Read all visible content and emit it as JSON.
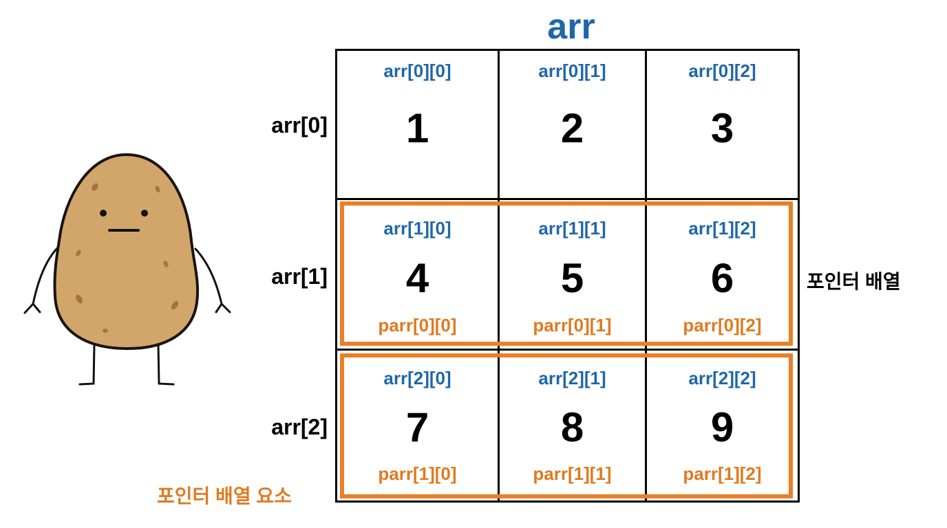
{
  "title": "arr",
  "row_labels": [
    "arr[0]",
    "arr[1]",
    "arr[2]"
  ],
  "cells": [
    [
      {
        "label": "arr[0][0]",
        "value": "1",
        "pointer_label": ""
      },
      {
        "label": "arr[0][1]",
        "value": "2",
        "pointer_label": ""
      },
      {
        "label": "arr[0][2]",
        "value": "3",
        "pointer_label": ""
      }
    ],
    [
      {
        "label": "arr[1][0]",
        "value": "4",
        "pointer_label": "parr[0][0]"
      },
      {
        "label": "arr[1][1]",
        "value": "5",
        "pointer_label": "parr[0][1]"
      },
      {
        "label": "arr[1][2]",
        "value": "6",
        "pointer_label": "parr[0][2]"
      }
    ],
    [
      {
        "label": "arr[2][0]",
        "value": "7",
        "pointer_label": "parr[1][0]"
      },
      {
        "label": "arr[2][1]",
        "value": "8",
        "pointer_label": "parr[1][1]"
      },
      {
        "label": "arr[2][2]",
        "value": "9",
        "pointer_label": "parr[1][2]"
      }
    ]
  ],
  "annotations": {
    "pointer_array": "포인터 배열",
    "pointer_array_element": "포인터 배열 요소"
  },
  "colors": {
    "title_blue": "#1f67a8",
    "highlight_orange": "#ea7f25",
    "grid_black": "#000000",
    "potato_fill": "#d2a66a"
  },
  "illustration": "potato-character"
}
